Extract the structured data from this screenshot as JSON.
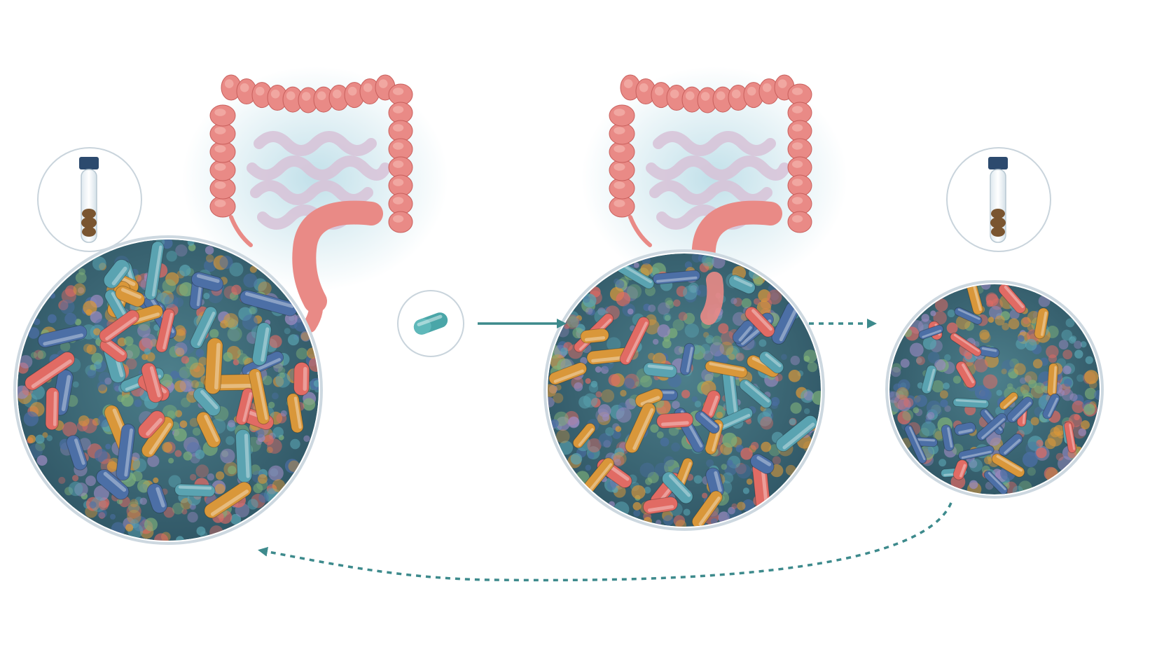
{
  "diagram": {
    "colors": {
      "background": "#ffffff",
      "colon_outer": "#e98a86",
      "colon_inner": "#f3b3ad",
      "colon_dark": "#c9605d",
      "small_intestine": "#e6d8e6",
      "small_intestine_line": "#c9b4cc",
      "glow": "#8fc7d8",
      "ring": "#cdd8e0",
      "arrow": "#3d8a8c",
      "capsule": "#4aa6a8",
      "vial_cap": "#2c4a6e",
      "vial_glass": "#eef4f7",
      "stool": "#7a5530",
      "bacteria_palette": [
        "#5aa3b1",
        "#e16b64",
        "#d9973a",
        "#4c6fa6",
        "#9a8ac0",
        "#7fb07a"
      ],
      "bacteria_background": "#3f6b7a"
    },
    "icons": {
      "colon": "colon-icon",
      "sample_vial": "sample-vial-icon",
      "capsule": "capsule-icon",
      "microbiome": "microbiome-view",
      "arrow_solid": "arrow-right-solid",
      "arrow_dotted": "arrow-right-dotted",
      "arrow_return": "return-arrow-dotted"
    },
    "stages": [
      {
        "id": "baseline",
        "has_colon": true,
        "has_vial": true,
        "has_capsule": false
      },
      {
        "id": "treated",
        "has_colon": true,
        "has_vial": false,
        "has_capsule": true
      },
      {
        "id": "followup",
        "has_colon": false,
        "has_vial": true,
        "has_capsule": false
      }
    ],
    "arrows": [
      {
        "from": "capsule",
        "to": "treated",
        "style": "solid"
      },
      {
        "from": "treated",
        "to": "followup",
        "style": "dotted"
      },
      {
        "from": "followup",
        "to": "baseline",
        "style": "dotted"
      }
    ]
  }
}
